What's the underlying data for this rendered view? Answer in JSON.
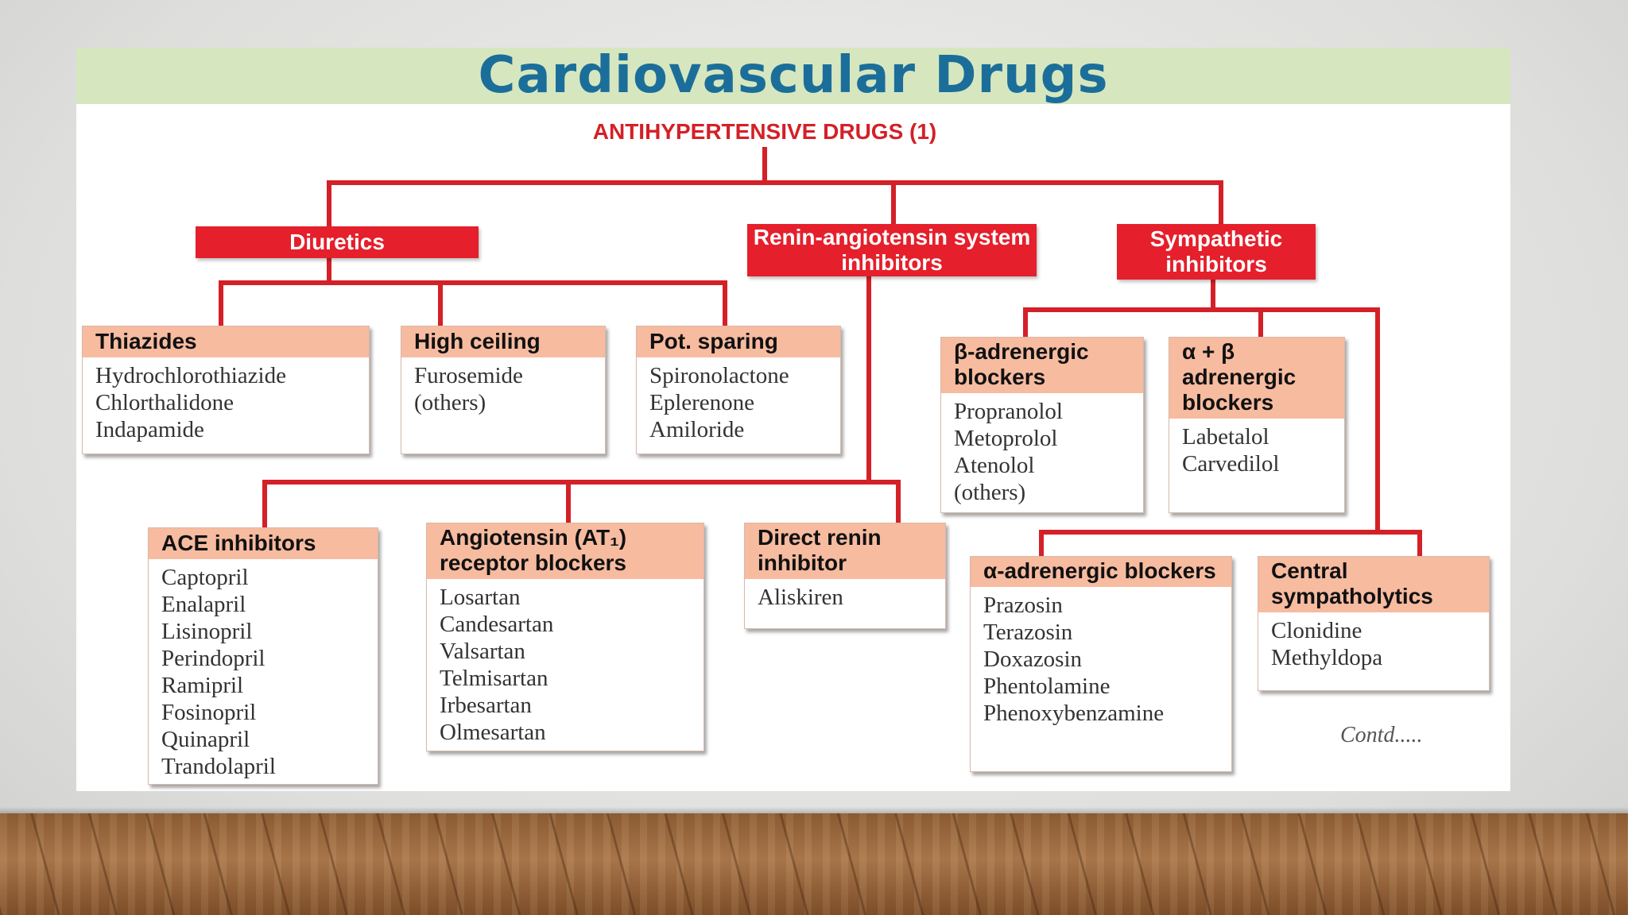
{
  "title": "Cardiovascular Drugs",
  "subtitle": "ANTIHYPERTENSIVE DRUGS (1)",
  "colors": {
    "connector": "#d42027",
    "category": "#e51f2b",
    "box_header": "#f7bba0",
    "title": "#1b6e99",
    "title_band": "#d6e7bf"
  },
  "categories": {
    "diuretics": "Diuretics",
    "ras": "Renin-angiotensin system inhibitors",
    "sympathetic": "Sympathetic inhibitors"
  },
  "groups": {
    "thiazides": {
      "header": "Thiazides",
      "drugs": [
        "Hydrochlorothiazide",
        "Chlorthalidone",
        "Indapamide"
      ]
    },
    "high_ceiling": {
      "header": "High ceiling",
      "drugs": [
        "Furosemide",
        "(others)"
      ]
    },
    "pot_sparing": {
      "header": "Pot. sparing",
      "drugs": [
        "Spironolactone",
        "Eplerenone",
        "Amiloride"
      ]
    },
    "ace": {
      "header": "ACE inhibitors",
      "drugs": [
        "Captopril",
        "Enalapril",
        "Lisinopril",
        "Perindopril",
        "Ramipril",
        "Fosinopril",
        "Quinapril",
        "Trandolapril"
      ]
    },
    "arb": {
      "header": "Angiotensin (AT₁) receptor blockers",
      "drugs": [
        "Losartan",
        "Candesartan",
        "Valsartan",
        "Telmisartan",
        "Irbesartan",
        "Olmesartan"
      ]
    },
    "direct_renin": {
      "header": "Direct renin inhibitor",
      "drugs": [
        "Aliskiren"
      ]
    },
    "beta": {
      "header": "β-adrenergic blockers",
      "drugs": [
        "Propranolol",
        "Metoprolol",
        "Atenolol",
        "(others)"
      ]
    },
    "alpha_beta": {
      "header": "α + β adrenergic blockers",
      "drugs": [
        "Labetalol",
        "Carvedilol"
      ]
    },
    "alpha": {
      "header": "α-adrenergic blockers",
      "drugs": [
        "Prazosin",
        "Terazosin",
        "Doxazosin",
        "Phentolamine",
        "Phenoxybenzamine"
      ]
    },
    "central": {
      "header": "Central sympatholytics",
      "drugs": [
        "Clonidine",
        "Methyldopa"
      ]
    }
  },
  "contd": "Contd....."
}
